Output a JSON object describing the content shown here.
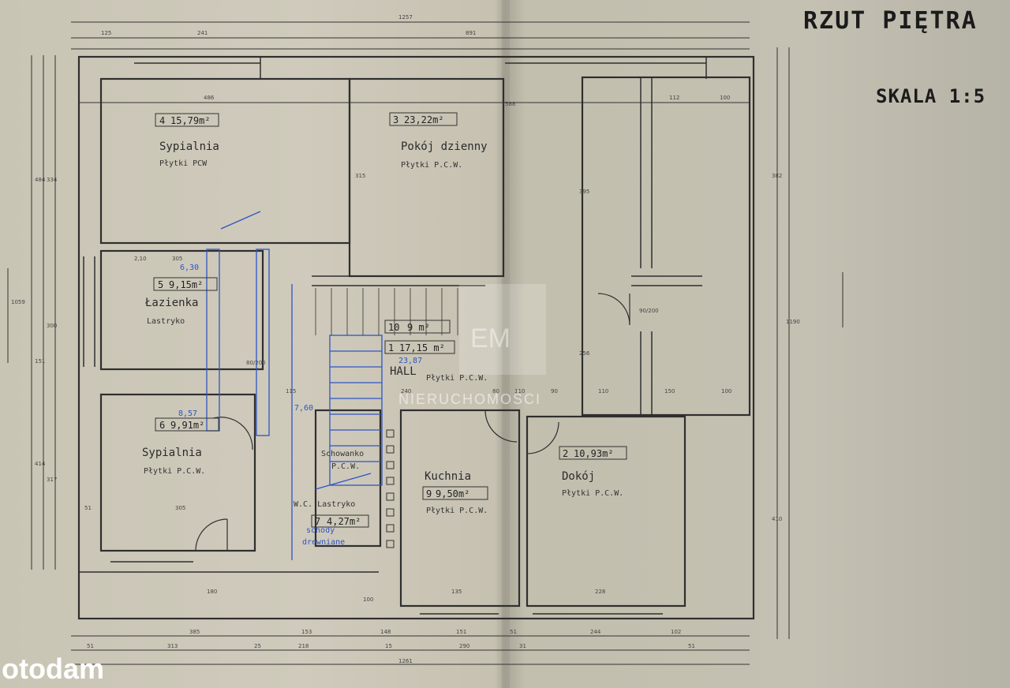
{
  "drawing": {
    "title": "RZUT PIĘTRA",
    "scale": "SKALA 1:5"
  },
  "rooms": [
    {
      "id": "r4",
      "number": "4",
      "area": "15,79m²",
      "name": "Sypialnia",
      "floor": "Płytki PCW"
    },
    {
      "id": "r3",
      "number": "3",
      "area": "23,22m²",
      "name": "Pokój dzienny",
      "floor": "Płytki P.C.W."
    },
    {
      "id": "r5",
      "number": "5",
      "area": "9,15m²",
      "name": "Łazienka",
      "floor": "Lastryko"
    },
    {
      "id": "r10",
      "number": "10",
      "area": "9 m²"
    },
    {
      "id": "r1",
      "number": "1",
      "area": "17,15 m²",
      "name": "HALL",
      "floor": "Płytki P.C.W."
    },
    {
      "id": "r6",
      "number": "6",
      "area": "9,91m²",
      "name": "Sypialnia",
      "floor": "Płytki P.C.W."
    },
    {
      "id": "r8",
      "name": "Schowanko",
      "floor": "P.C.W."
    },
    {
      "id": "r9",
      "number": "9",
      "area": "9,50m²",
      "name": "Kuchnia",
      "floor": "Płytki P.C.W."
    },
    {
      "id": "r2",
      "number": "2",
      "area": "10,93m²",
      "name": "Dokój",
      "floor": "Płytki P.C.W."
    },
    {
      "id": "r7",
      "number": "7",
      "area": "4,27m²",
      "name": "W.C. Lastryko"
    }
  ],
  "annotations": {
    "stairs_note_1": "schody",
    "stairs_note_2": "drewniane",
    "hall_blue_value": "23,87",
    "bath_blue_value": "6,30",
    "bed6_blue_value": "8,57",
    "stair_blue_vert": "7,60"
  },
  "dimensions": {
    "top_total": "1257",
    "top_a": "125",
    "top_b": "241",
    "top_c": "891",
    "r4_width": "486",
    "r3_width": "588",
    "right_112": "112",
    "right_100": "100",
    "bath_210": "2,10",
    "bath_305": "305",
    "hall_240": "240",
    "hall_115": "115",
    "opening_80": "80",
    "opening_110": "110",
    "opening_90": "90",
    "b110": "110",
    "b150": "150",
    "b100": "100",
    "bed6_305": "305",
    "left_51": "51",
    "bot1_385": "385",
    "bot1_153": "153",
    "bot1_148": "148",
    "bot1_151": "151",
    "bot1_51": "51",
    "bot1_244": "244",
    "bot1_102": "102",
    "bot2_51": "51",
    "bot2_313": "313",
    "bot2_25": "25",
    "bot2_218": "218",
    "bot2_15": "15",
    "bot2_290": "290",
    "bot2_31": "31",
    "bot2_51b": "51",
    "bot_total": "1261",
    "left_484": "484",
    "left_334": "334",
    "left_1059": "1059",
    "left_300": "300",
    "left_151": "151",
    "left_414": "414",
    "left_317": "317",
    "mid_315": "315",
    "mid_395": "395",
    "mid_256": "256",
    "right_382": "382",
    "right_1190": "1190",
    "right_410": "410",
    "door_90_200": "90/200",
    "door_80_200": "80/200",
    "win_135": "135",
    "win_180": "180",
    "win_228": "228",
    "bal_100": "100"
  },
  "watermark": {
    "logo_letter": "EM",
    "text": "NIERUCHOMOŚCI"
  },
  "brand": {
    "name": "otodam"
  }
}
